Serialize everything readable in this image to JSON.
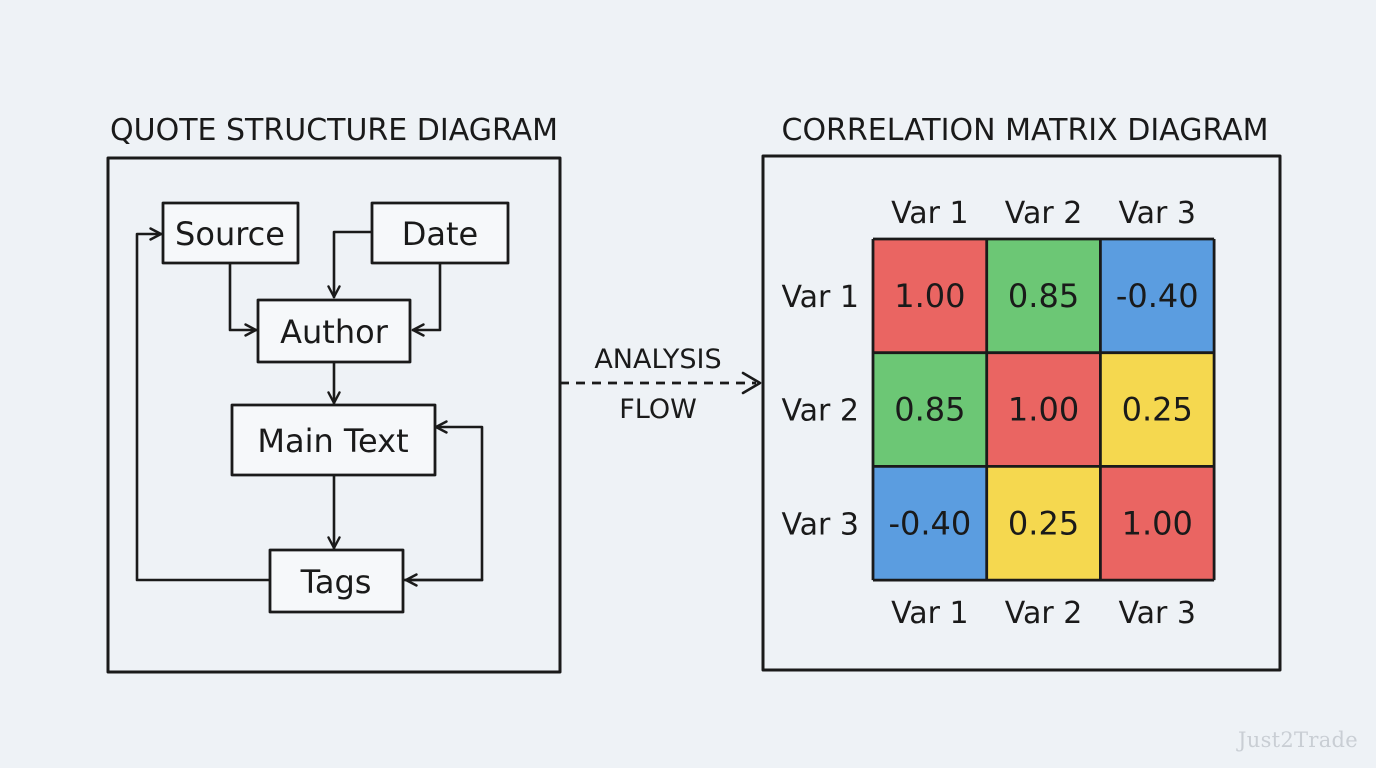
{
  "left_panel": {
    "title": "QUOTE STRUCTURE DIAGRAM",
    "nodes": {
      "source": "Source",
      "date": "Date",
      "author": "Author",
      "main_text": "Main Text",
      "tags": "Tags"
    }
  },
  "flow": {
    "line1": "ANALYSIS",
    "line2": "FLOW"
  },
  "right_panel": {
    "title": "CORRELATION MATRIX DIAGRAM",
    "column_labels": [
      "Var 1",
      "Var 2",
      "Var 3"
    ],
    "row_labels": [
      "Var 1",
      "Var 2",
      "Var 3"
    ],
    "matrix": [
      [
        "1.00",
        "0.85",
        "-0.40"
      ],
      [
        "0.85",
        "1.00",
        "0.25"
      ],
      [
        "-0.40",
        "0.25",
        "1.00"
      ]
    ],
    "colors": {
      "1.00": "#ea6562",
      "0.85": "#6cc775",
      "0.25": "#f5d84f",
      "-0.40": "#5b9de0"
    }
  },
  "watermark": "Just2Trade"
}
